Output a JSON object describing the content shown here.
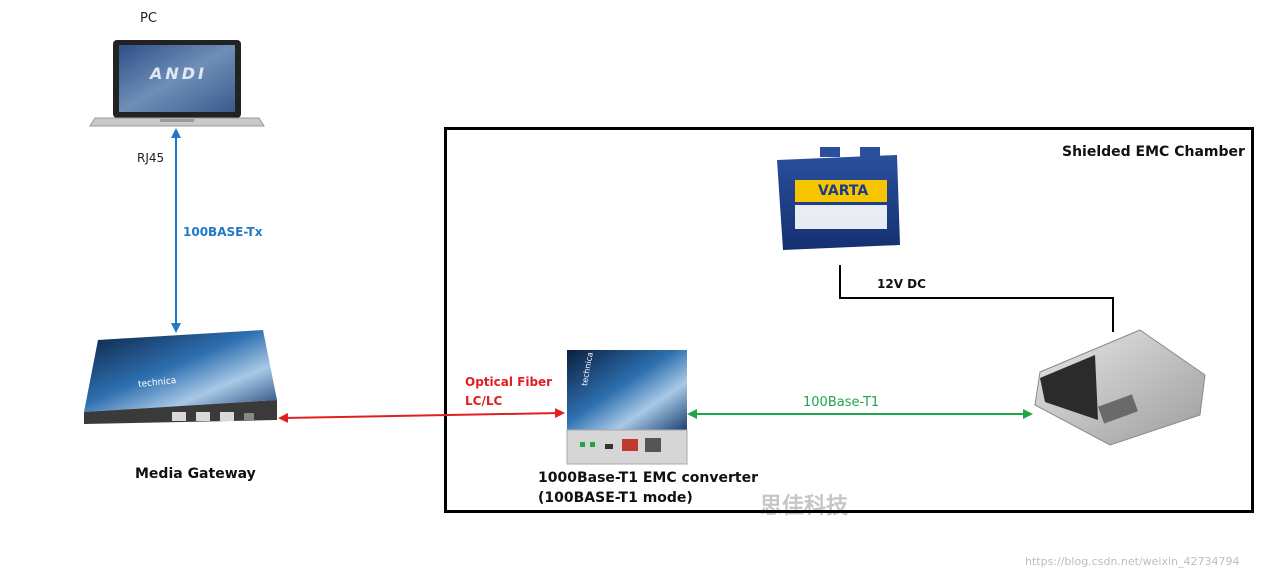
{
  "labels": {
    "pc": "PC",
    "rj45": "RJ45",
    "link_pc_gateway": "100BASE-Tx",
    "media_gateway": "Media Gateway",
    "optical_line1": "Optical Fiber",
    "optical_line2": "LC/LC",
    "converter_line1": "1000Base-T1 EMC converter",
    "converter_line2": "(100BASE-T1 mode)",
    "link_converter_ecu": "100Base-T1",
    "power": "12V DC",
    "chamber": "Shielded EMC Chamber",
    "battery_brand": "VARTA",
    "gateway_brand": "technica",
    "converter_brand": "technica",
    "laptop_screen": "ANDI",
    "watermark_cn": "思佳科技",
    "watermark_url": "https://blog.csdn.net/weixin_42734794"
  },
  "colors": {
    "link_pc_gateway": "#1f78c8",
    "optical": "#e02020",
    "link_converter_ecu": "#1fa64a",
    "chamber_border": "#000000",
    "power_line": "#000000"
  }
}
